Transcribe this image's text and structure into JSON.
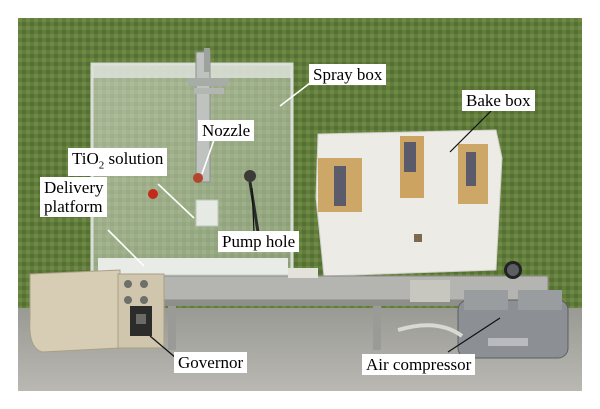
{
  "labels": {
    "spray_box": "Spray box",
    "bake_box": "Bake box",
    "nozzle": "Nozzle",
    "tio2_prefix": "TiO",
    "tio2_sub": "2",
    "tio2_suffix": " solution",
    "delivery_line1": "Delivery",
    "delivery_line2": "platform",
    "pump_hole": "Pump hole",
    "governor": "Governor",
    "air_compressor": "Air compressor"
  },
  "colors": {
    "background_green": "#5f7a3a",
    "label_background": "#ffffff"
  }
}
